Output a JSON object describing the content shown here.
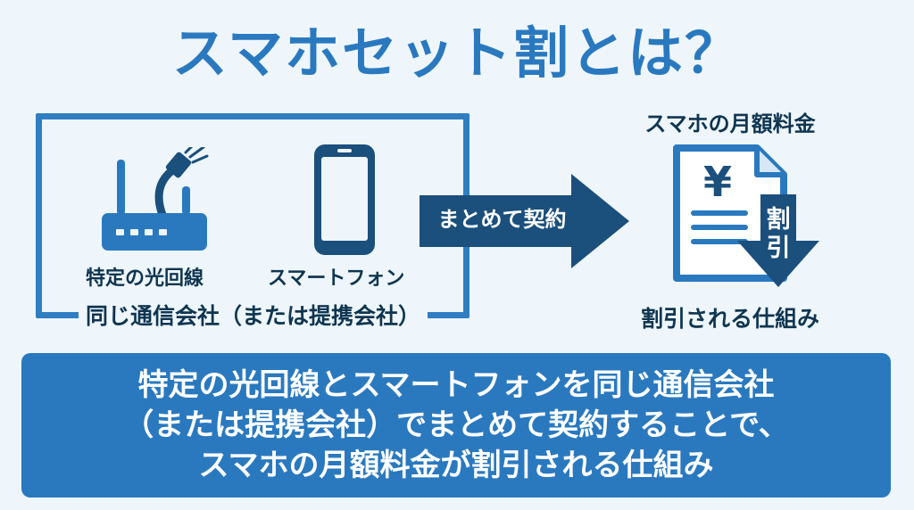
{
  "title": "スマホセット割とは？",
  "left_group": {
    "items": [
      {
        "label": "特定の光回線",
        "icon": "router-icon"
      },
      {
        "label": "スマートフォン",
        "icon": "smartphone-icon"
      }
    ],
    "frame_label": "同じ通信会社（または提携会社）"
  },
  "arrow": {
    "label": "まとめて契約"
  },
  "right_group": {
    "fee_title": "スマホの月額料金",
    "icon": "yen-document-icon",
    "yen_symbol": "¥",
    "discount_chars": [
      "割",
      "引"
    ],
    "mechanism_label": "割引される仕組み"
  },
  "summary": {
    "lines": [
      "特定の光回線とスマートフォンを同じ通信会社",
      "（または提携会社）でまとめて契約することで、",
      "スマホの月額料金が割引される仕組み"
    ]
  },
  "colors": {
    "background": "#eef6fc",
    "primary_blue": "#2a79bf",
    "navy": "#1b4f7c",
    "text_dark": "#0f3550"
  }
}
